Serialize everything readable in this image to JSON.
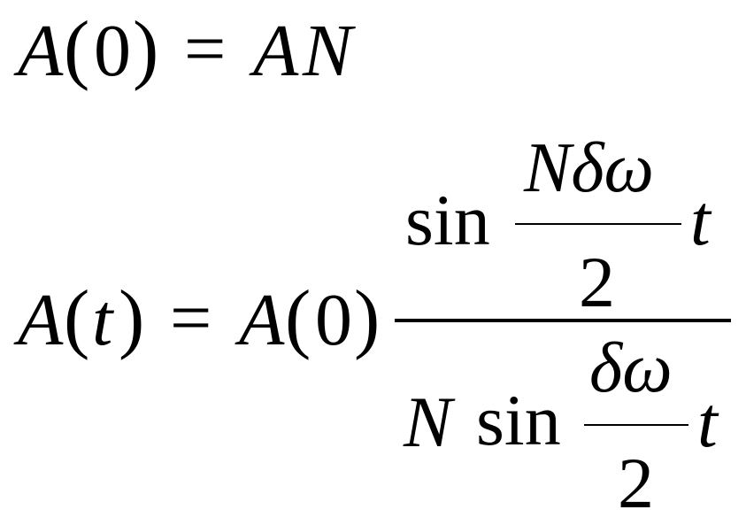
{
  "equation1": {
    "lhs_func": "A",
    "lhs_open": "(",
    "lhs_arg": "0",
    "lhs_close": ")",
    "equals": "=",
    "rhs_a": "A",
    "rhs_n": "N"
  },
  "equation2": {
    "lhs_func": "A",
    "lhs_open": "(",
    "lhs_arg": "t",
    "lhs_close": ")",
    "equals": "=",
    "rhs_func": "A",
    "rhs_open": "(",
    "rhs_arg": "0",
    "rhs_close": ")",
    "numerator": {
      "sin": "sin",
      "inner_num": "Nδω",
      "inner_den": "2",
      "t": "t"
    },
    "denominator": {
      "n": "N",
      "sin": "sin",
      "inner_num": "δω",
      "inner_den": "2",
      "t": "t"
    }
  }
}
